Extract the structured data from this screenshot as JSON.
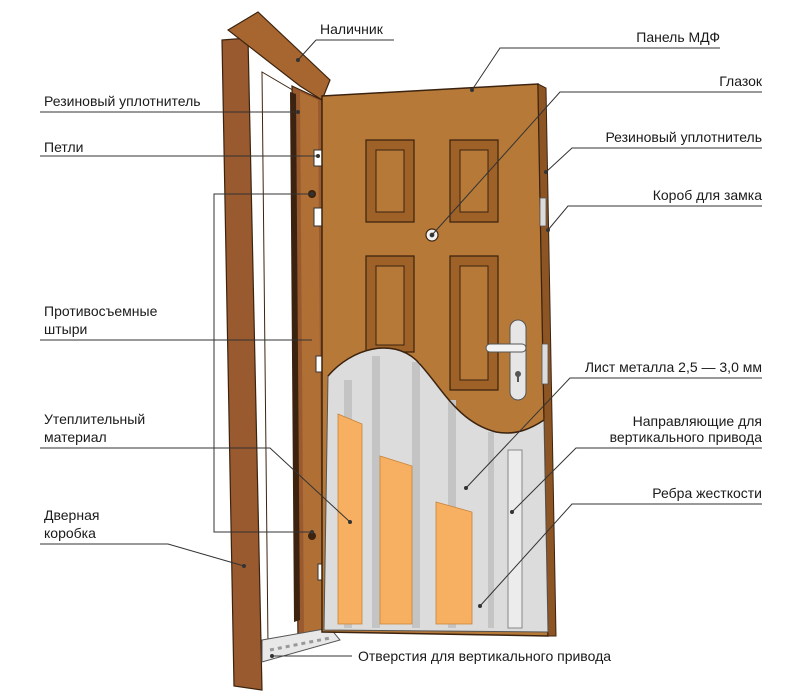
{
  "colors": {
    "frame": "#9a5a2f",
    "frame_dark": "#6e3b1a",
    "frame_inner": "#c98748",
    "door": "#b77938",
    "door_panel": "#9e6127",
    "door_outline": "#3b230f",
    "metal": "#dcdcdc",
    "metal_dark": "#b9b9b9",
    "insulation": "#f7b062",
    "handle": "#e6e6e6"
  },
  "labels": {
    "nalichnik": "Наличник",
    "panel_mdf": "Панель МДФ",
    "rubber_seal_left": "Резиновый уплотнитель",
    "peephole": "Глазок",
    "hinges": "Петли",
    "rubber_seal_right": "Резиновый уплотнитель",
    "lock_box": "Короб для замка",
    "anti_removal_line1": "Противосъемные",
    "anti_removal_line2": "штыри",
    "metal_sheet": "Лист металла 2,5 — 3,0 мм",
    "insulation_line1": "Утеплительный",
    "insulation_line2": "материал",
    "guides_line1": "Направляющие для",
    "guides_line2": "вертикального привода",
    "ribs": "Ребра жесткости",
    "door_frame_line1": "Дверная",
    "door_frame_line2": "коробка",
    "holes": "Отверстия для вертикального привода"
  }
}
